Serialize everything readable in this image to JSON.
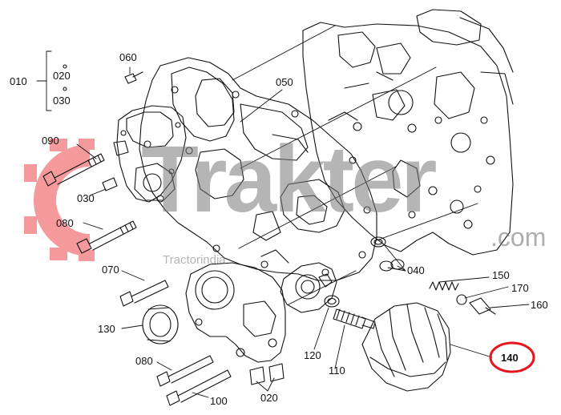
{
  "watermark": {
    "brand": "Trakter",
    "domain": ".com",
    "tagline": "Tractorindia",
    "accent_color": "#f07878"
  },
  "callouts": {
    "c010": "010",
    "c020_top": "020",
    "c030_top": "030",
    "c060": "060",
    "c050": "050",
    "c090": "090",
    "c030": "030",
    "c080_top": "080",
    "c070": "070",
    "c130": "130",
    "c080_bottom": "080",
    "c100": "100",
    "c020_bottom": "020",
    "c110": "110",
    "c120": "120",
    "c040": "040",
    "c150": "150",
    "c170": "170",
    "c160": "160",
    "c140": "140"
  },
  "highlight_color": "#e8141c"
}
